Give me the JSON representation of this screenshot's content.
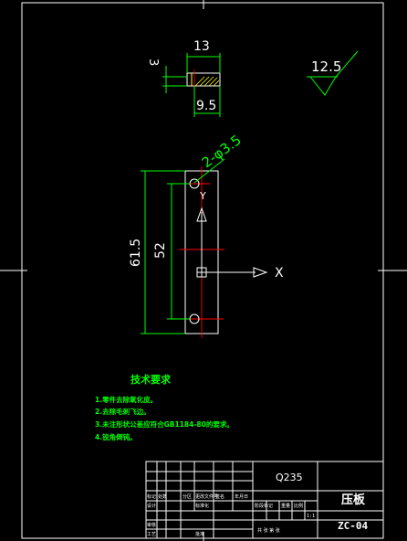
{
  "colors": {
    "background": "#000000",
    "frame": "#ffffff",
    "dimension": "#00ff00",
    "hidden": "#ffff00",
    "center": "#ff0000",
    "text_white": "#ffffff",
    "tech_title": "#00ff00"
  },
  "drawing": {
    "top_view": {
      "dim_width": "13",
      "dim_thickness": "3",
      "dim_offset": "9.5"
    },
    "roughness": {
      "value": "12.5"
    },
    "front_view": {
      "hole_callout": "2-φ3.5",
      "dim_overall": "61.5",
      "dim_hole_spacing": "52",
      "axis_y": "Y",
      "axis_x": "X"
    }
  },
  "tech_requirements": {
    "title": "技术要求",
    "items": [
      "1.零件去除氧化皮。",
      "2.去除毛刺飞边。",
      "3.未注形状公差应符合GB1184-80的要求。",
      "4.锐角倒钝。"
    ]
  },
  "title_block": {
    "material": "Q235",
    "part_name": "压板",
    "drawing_no": "ZC-04",
    "ratio": "1:1",
    "cells": {
      "mark": "标记",
      "count": "处数",
      "zone": "分区",
      "change_doc": "更改文件号",
      "sign": "签名",
      "date": "年月日",
      "design": "设计",
      "standardize": "标准化",
      "stage_mark": "阶段标记",
      "weight": "重量",
      "scale": "比例",
      "review": "审核",
      "process": "工艺",
      "approve": "批准",
      "sheets": "共 张 第 张"
    }
  }
}
